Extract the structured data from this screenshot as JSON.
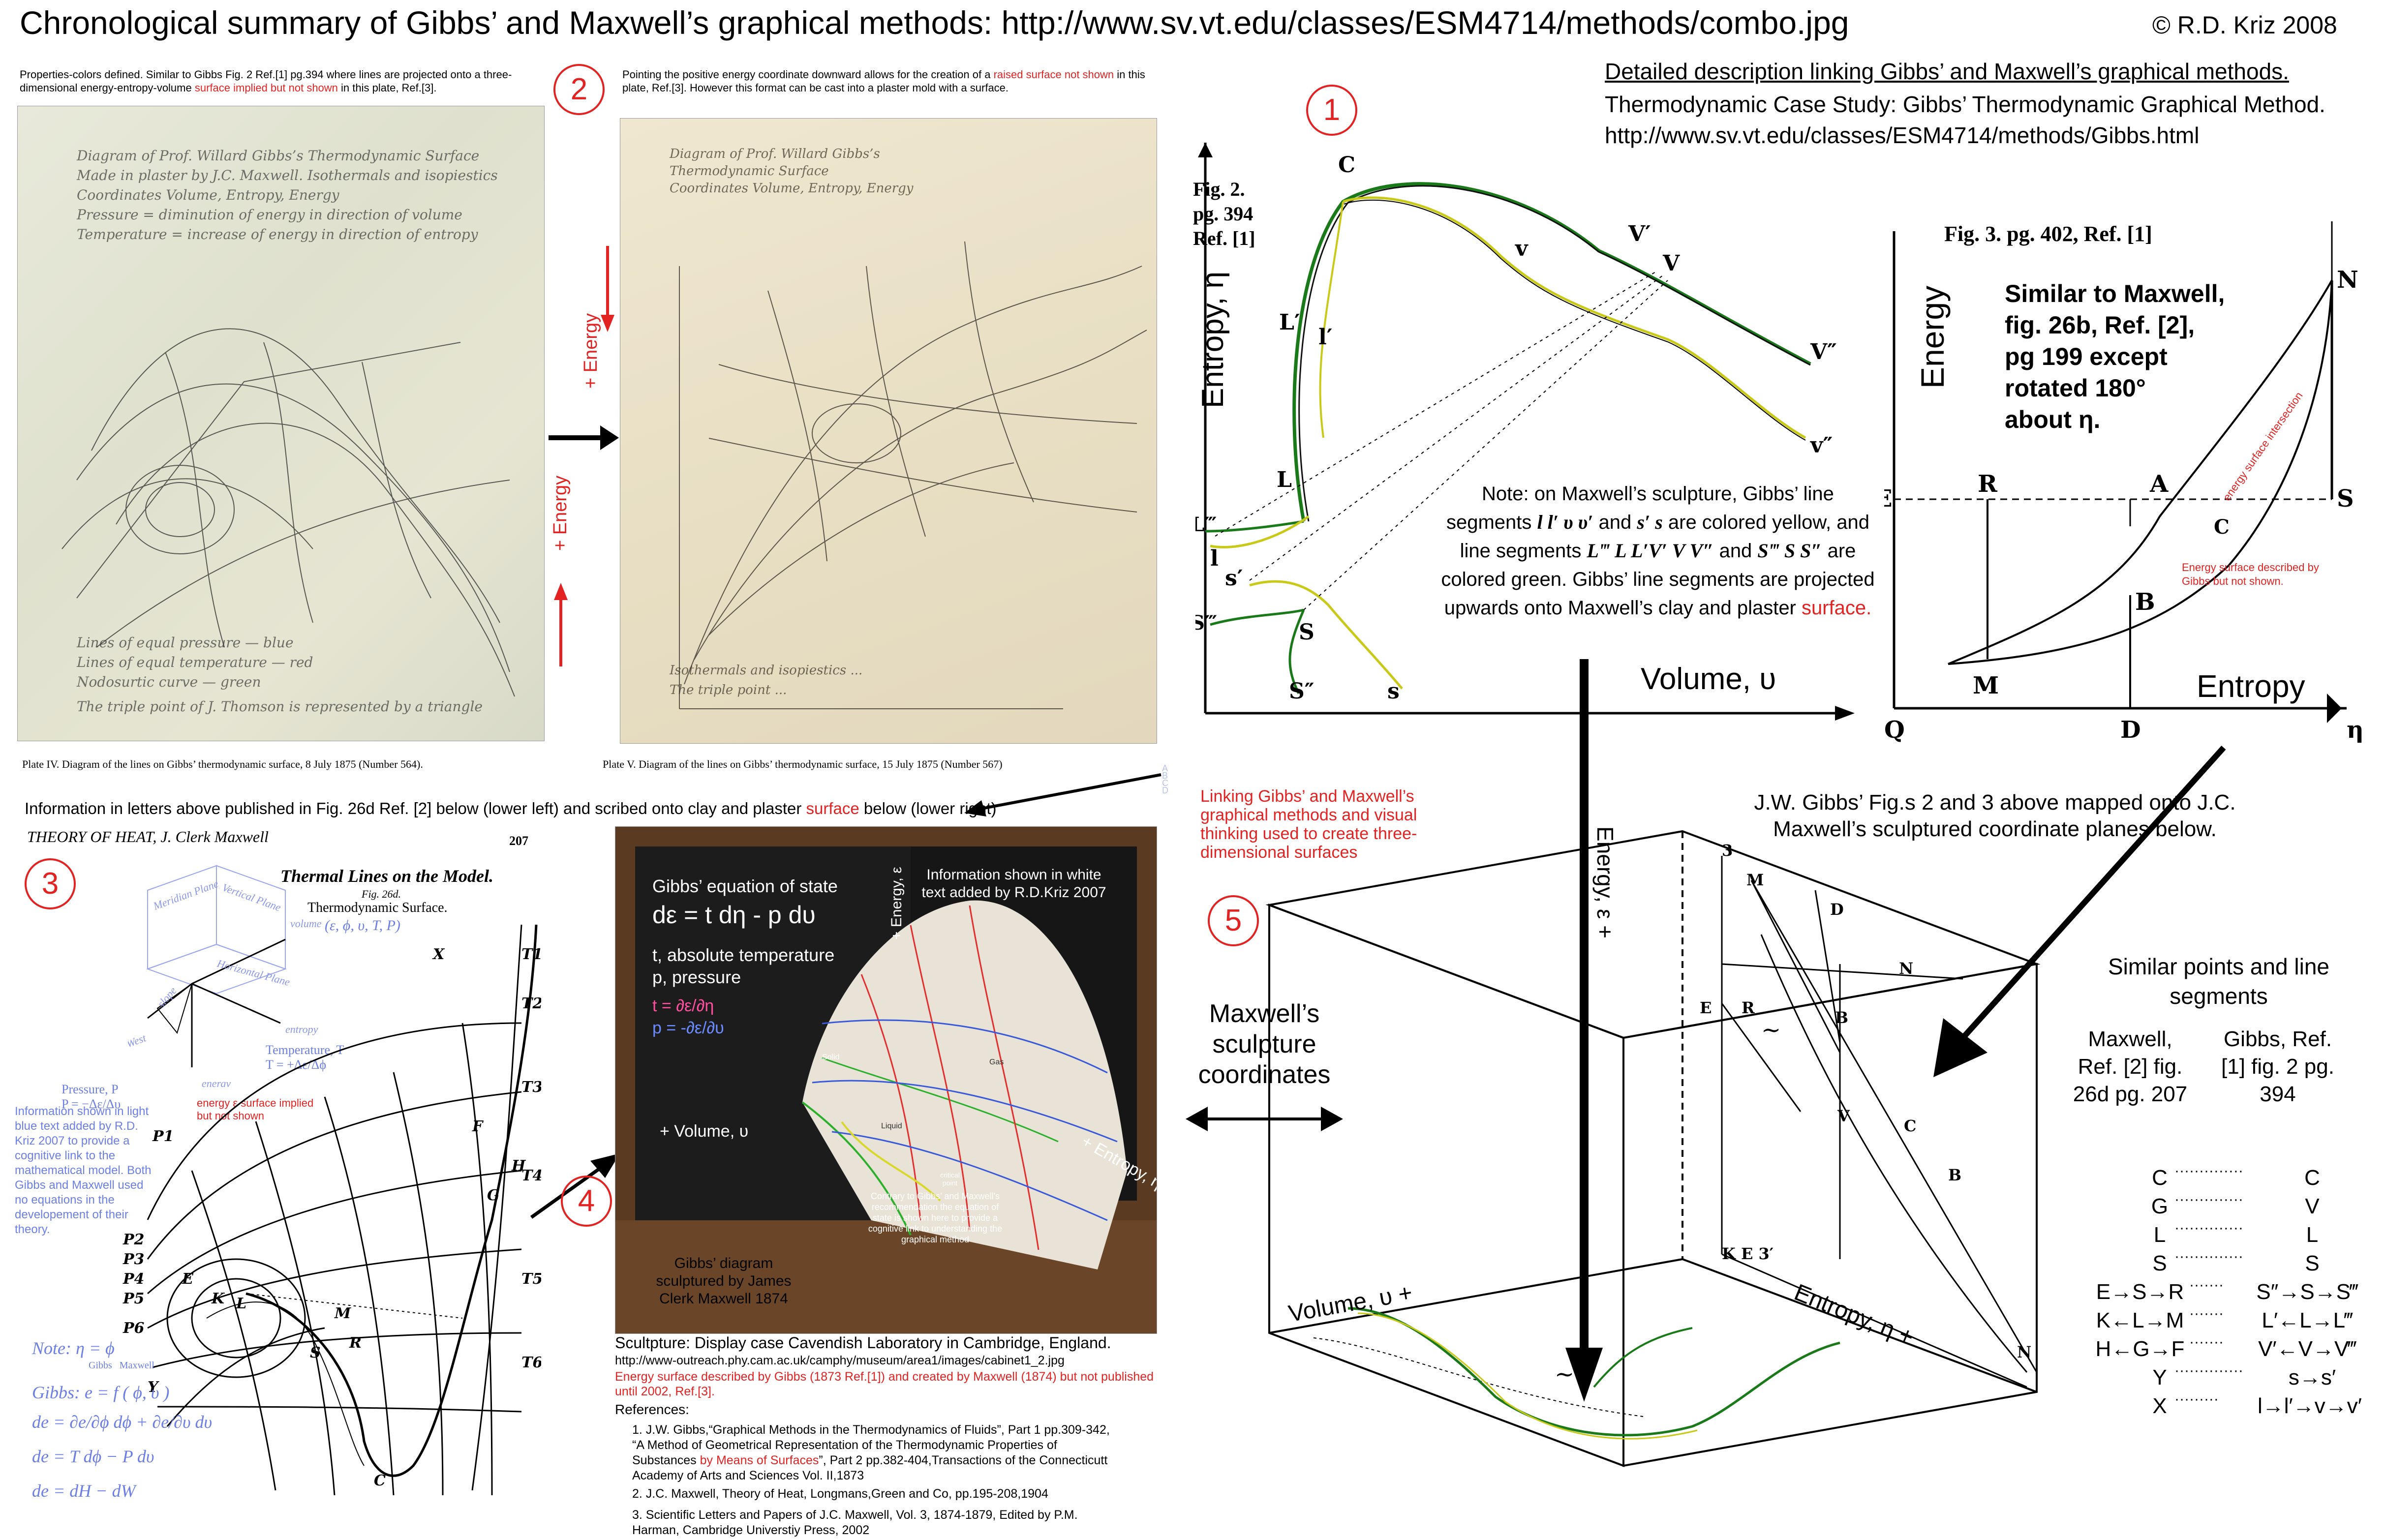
{
  "header": {
    "title": "Chronological summary of Gibbs’ and Maxwell’s graphical methods: http://www.sv.vt.edu/classes/ESM4714/methods/combo.jpg",
    "copyright": "© R.D. Kriz 2008"
  },
  "panel1": {
    "caption_black": "Properties-colors defined. Similar to Gibbs Fig. 2 Ref.[1] pg.394 where lines are projected onto a three-dimensional energy-entropy-volume ",
    "caption_red": "surface implied but not shown",
    "caption_tail": " in this plate, Ref.[3].",
    "plate_caption": "Plate IV.    Diagram of the lines on Gibbs’ thermodynamic surface, 8 July 1875 (Number 564)."
  },
  "panel2": {
    "number": "2",
    "caption_black": "Pointing the positive energy coordinate downward allows for the creation of a ",
    "caption_red": "raised surface not shown",
    "caption_tail": " in this plate, Ref.[3]. However this format can be cast into a plaster mold with a surface.",
    "energy_label_top": "+ Energy",
    "energy_label_bottom": "+ Energy",
    "plate_caption": "Plate V.    Diagram of the lines on Gibbs’ thermodynamic surface, 15 July 1875 (Number 567)"
  },
  "panel_right_header": {
    "line1": "Detailed description linking Gibbs’ and Maxwell’s graphical methods.",
    "line2": "Thermodynamic Case Study: Gibbs’ Thermodynamic Graphical Method.",
    "line3": "http://www.sv.vt.edu/classes/ESM4714/methods/Gibbs.html"
  },
  "fig2": {
    "number": "1",
    "label": "Fig. 2.\npg. 394\nRef. [1]",
    "ylabel": "Entropy, η",
    "xlabel": "Volume, υ",
    "pts": [
      "C",
      "V",
      "v",
      "v′",
      "V″",
      "v″",
      "L′",
      "l′",
      "L",
      "L‴",
      "l",
      "s′",
      "S‴",
      "S",
      "S″",
      "s"
    ],
    "note_black1": "Note: on Maxwell’s sculpture, Gibbs’ line segments ",
    "note_it1": "l l′ υ υ′",
    "note_black2": " and ",
    "note_it2": "s′ s",
    "note_black3": " are colored yellow, and line segments ",
    "note_it3": "L‴ L L′V′ V V″",
    "note_black4": " and ",
    "note_it4": "S‴ S S″",
    "note_black5": " are colored green.  Gibbs’ line segments are projected upwards onto Maxwell’s clay and plaster ",
    "note_red": "surface."
  },
  "fig3": {
    "label": "Fig. 3.  pg. 402, Ref. [1]",
    "ylabel": "Energy",
    "xlabel": "Entropy",
    "eps": "ε",
    "eta": "η",
    "similar": "Similar to Maxwell,\nfig. 26b, Ref. [2],\npg 199 except\nrotated 180°\nabout η.",
    "curve_label": "energy surface intersection",
    "surface_note": "Energy surface described by Gibbs but not shown.",
    "pts": [
      "N",
      "E",
      "R",
      "A",
      "S",
      "C",
      "B",
      "M",
      "Q",
      "D"
    ]
  },
  "panel3": {
    "number": "3",
    "info_line_black": "Information in letters above published in Fig. 26d Ref. [2] below (lower left) and scribed onto clay and plaster ",
    "info_line_red": "surface",
    "info_line_tail": " below (lower right)",
    "book": "THEORY OF HEAT, J. Clerk Maxwell",
    "page": "207",
    "thermal_title": "Thermal Lines on the Model.",
    "fig": "Fig. 26d.",
    "surface_title": "Thermodynamic Surface.",
    "vars": "(ε, ϕ, υ, T, P)",
    "axes_labels": [
      "Meridian Plane",
      "Vertical Plane",
      "Horizontal Plane",
      "volume",
      "entropy",
      "energy",
      "West",
      "slope"
    ],
    "pressure": "Pressure, P\nP = −Δε/Δυ",
    "temperature": "Temperature, T\nT = +Δε/Δϕ",
    "energy_note": "energy ε surface implied but not shown",
    "blue_info": "Information shown in light blue text added by R.D. Kriz 2007 to provide a cognitive link to the mathematical model. Both Gibbs and Maxwell used no equations in the developement of their theory.",
    "eq_note": "Note:  η = ϕ",
    "eq_sub": "Gibbs   Maxwell",
    "eq1": "Gibbs: e = f ( ϕ, υ )",
    "eq2": "de = ∂e/∂ϕ dϕ + ∂e/∂υ dυ",
    "eq3": "de = T dϕ  − P dυ",
    "eq4": "de = dH − dW",
    "curve_labels": [
      "P1",
      "P2",
      "P3",
      "P4",
      "P5",
      "P6",
      "T1",
      "T2",
      "T3",
      "T4",
      "T5",
      "T6",
      "X",
      "Y",
      "C",
      "G",
      "H",
      "M",
      "K",
      "L",
      "E",
      "F",
      "S",
      "R"
    ]
  },
  "panel4": {
    "number": "4",
    "eq_title": "Gibbs’ equation of state",
    "eq_main": "dε = t dη - p dυ",
    "t_label": "t, absolute temperature",
    "p_label": "p, pressure",
    "t_def": "t = ∂ε/∂η",
    "p_def": "p = -∂ε/∂υ",
    "energy_axis": "+ Energy, ε",
    "info_white": "Information shown in white text added by R.D.Kriz 2007",
    "vol_axis": "+ Volume, υ",
    "ent_axis": "+ Entropy, η",
    "solid": "Solid",
    "liquid": "Liquid",
    "gas": "Gas",
    "critical": "critical point",
    "contrary": "Contrary to Gibbs’ and Maxwell’s recommendation the equation of state is shown here to provide a cognitive link to understanding the graphical method",
    "diagram_by": "Gibbs’ diagram sculptured by James Clerk Maxwell 1874",
    "case_caption": "Scultpture: Display case Cavendish Laboratory in Cambridge, England.",
    "case_url": "http://www-outreach.phy.cam.ac.uk/camphy/museum/area1/images/cabinet1_2.jpg",
    "case_red": "Energy surface described by Gibbs (1873 Ref.[1]) and created by Maxwell (1874) but not published until 2002, Ref.[3]."
  },
  "references": {
    "title": "References:",
    "items": [
      "1. J.W. Gibbs,“Graphical Methods in the Thermodynamics of Fluids”, Part 1 pp.309-342, “A Method of Geometrical Representation of the Thermodynamic Properties of Substances ",
      "2. J.C. Maxwell, Theory of Heat, Longmans,Green and Co, pp.195-208,1904",
      "3. Scientific Letters and Papers of J.C. Maxwell, Vol. 3, 1874-1879, Edited by P.M. Harman, Cambridge Universtiy Press, 2002"
    ],
    "item1_red": "by Means of Surfaces",
    "item1_tail": "”, Part 2 pp.382-404,Transactions of the Connecticutt Academy of Arts and Sciences Vol. II,1873"
  },
  "panel5": {
    "number": "5",
    "link_text": "Linking Gibbs’ and Maxwell’s graphical methods and visual thinking used to create three-dimensional surfaces",
    "mapped_text": "J.W. Gibbs’ Fig.s 2 and 3 above mapped onto J.C. Maxwell’s sculptured coordinate planes below.",
    "maxwell_coords": "Maxwell’s sculpture coordinates",
    "energy_axis": "Energy, ε  +",
    "volume_axis": "Volume, υ  +",
    "entropy_axis": "Entropy, η  +",
    "tiny": "A B C D"
  },
  "similar_points": {
    "title": "Similar points and line segments",
    "col1_head": "Maxwell, Ref. [2] fig. 26d pg. 207",
    "col2_head": "Gibbs, Ref. [1] fig. 2 pg. 394",
    "rows": [
      {
        "m": "C",
        "g": "C"
      },
      {
        "m": "G",
        "g": "V"
      },
      {
        "m": "L",
        "g": "L"
      },
      {
        "m": "S",
        "g": "S"
      },
      {
        "m": "E→S→R",
        "g": "S″→S→S‴"
      },
      {
        "m": "K←L→M",
        "g": "L′←L→L‴"
      },
      {
        "m": "H←G→F",
        "g": "V′←V→V‴"
      },
      {
        "m": "Y",
        "g": "s→s′"
      },
      {
        "m": "X",
        "g": "l→l′→v→v′"
      }
    ]
  }
}
